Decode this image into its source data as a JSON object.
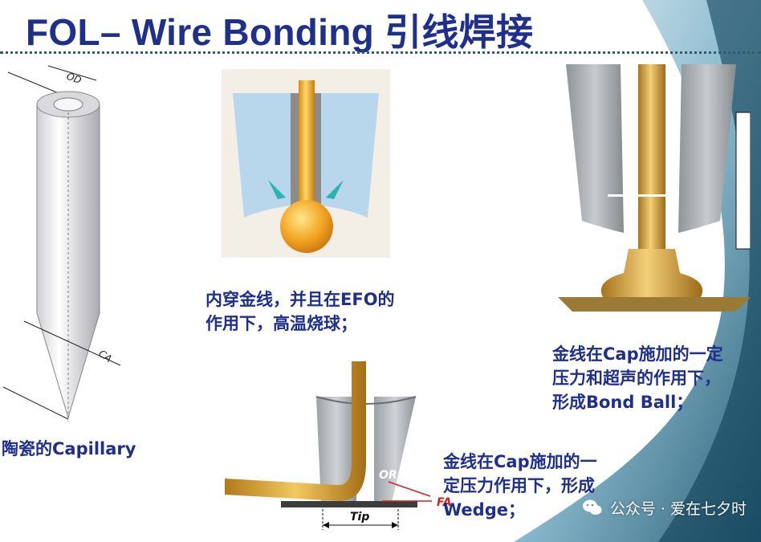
{
  "title": "FOL– Wire Bonding 引线焊接",
  "title_color": "#1f2f8c",
  "caption_color": "#1f2f8c",
  "labels": {
    "capillary": "陶瓷的Capillary",
    "od": "OD",
    "ca": "CA",
    "or": "OR",
    "fa": "FA",
    "tip": "Tip"
  },
  "captions": {
    "efo": [
      "内穿金线，并且在EFO的",
      "作用下，高温烧球；"
    ],
    "bond_ball": [
      "金线在Cap施加的一定",
      "压力和超声的作用下，",
      "形成Bond Ball；"
    ],
    "wedge": [
      "金线在Cap施加的一",
      "定压力作用下，形成",
      "Wedge；"
    ]
  },
  "watermark": {
    "icon": "wechat-icon",
    "text": "公众号 · 爱在七夕时"
  }
}
